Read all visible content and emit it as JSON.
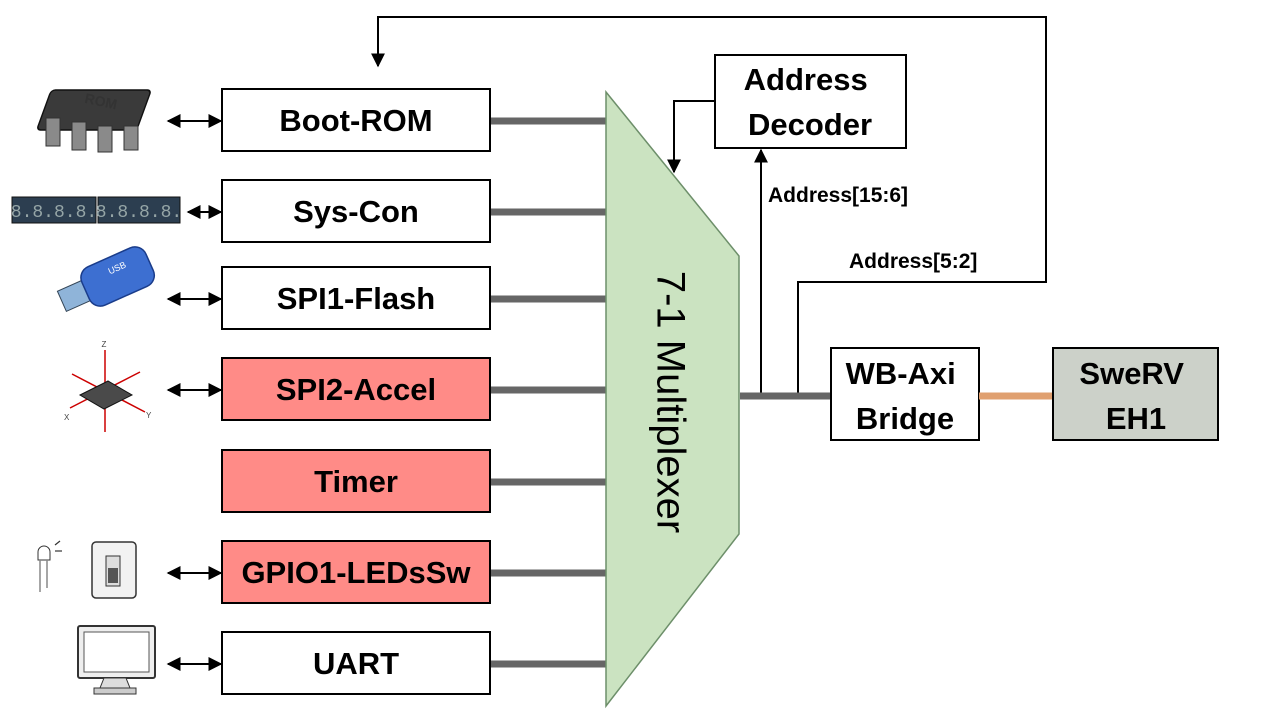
{
  "peripherals": [
    {
      "id": "boot-rom",
      "label": "Boot-ROM",
      "color": "#ffffff",
      "device": "rom-chip-icon"
    },
    {
      "id": "sys-con",
      "label": "Sys-Con",
      "color": "#ffffff",
      "device": "seven-segment-display-icon"
    },
    {
      "id": "spi1-flash",
      "label": "SPI1-Flash",
      "color": "#ffffff",
      "device": "usb-flash-drive-icon"
    },
    {
      "id": "spi2-accel",
      "label": "SPI2-Accel",
      "color": "#ff8b87",
      "device": "accelerometer-chip-icon"
    },
    {
      "id": "timer",
      "label": "Timer",
      "color": "#ff8b87",
      "device": ""
    },
    {
      "id": "gpio1-ledssw",
      "label": "GPIO1-LEDsSw",
      "color": "#ff8b87",
      "device": "led-and-switch-icon"
    },
    {
      "id": "uart",
      "label": "UART",
      "color": "#ffffff",
      "device": "monitor-icon"
    }
  ],
  "multiplexer": {
    "label": "7-1 Multiplexer",
    "color": "#cbe3c1"
  },
  "address_decoder": {
    "label_line1": "Address",
    "label_line2": "Decoder"
  },
  "bridge": {
    "label_line1": "WB-Axi",
    "label_line2": "Bridge"
  },
  "cpu": {
    "label_line1": "SweRV",
    "label_line2": "EH1",
    "color": "#ccd1c9"
  },
  "bus_labels": {
    "upper": "Address[15:6]",
    "lower": "Address[5:2]"
  },
  "icon_text": {
    "rom": "ROM",
    "usb": "USB",
    "seven_seg": "8.8.8.8.",
    "axis_x": "X",
    "axis_y": "Y",
    "axis_z": "Z"
  },
  "colors": {
    "bus": "#666666",
    "axi_link": "#e0a070",
    "wire": "#000000"
  }
}
